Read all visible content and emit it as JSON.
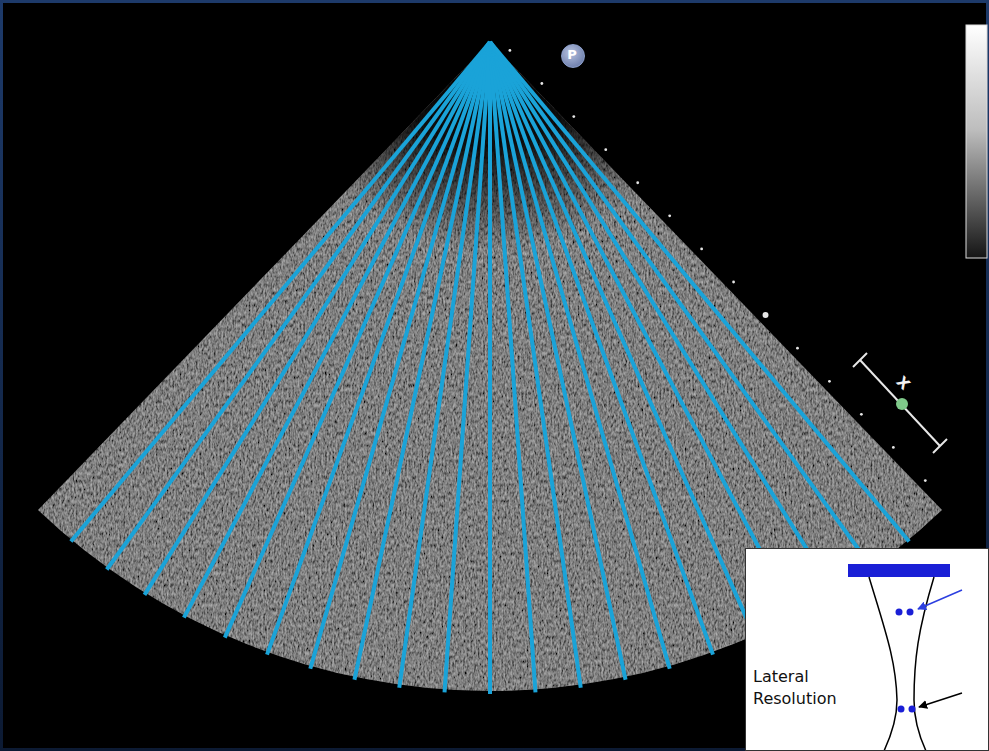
{
  "diagram": {
    "nodes": [
      {
        "text": [
          "P"
        ]
      },
      {
        "text": [
          "Lateral Resolution"
        ]
      }
    ],
    "labels": [
      "X"
    ]
  }
}
